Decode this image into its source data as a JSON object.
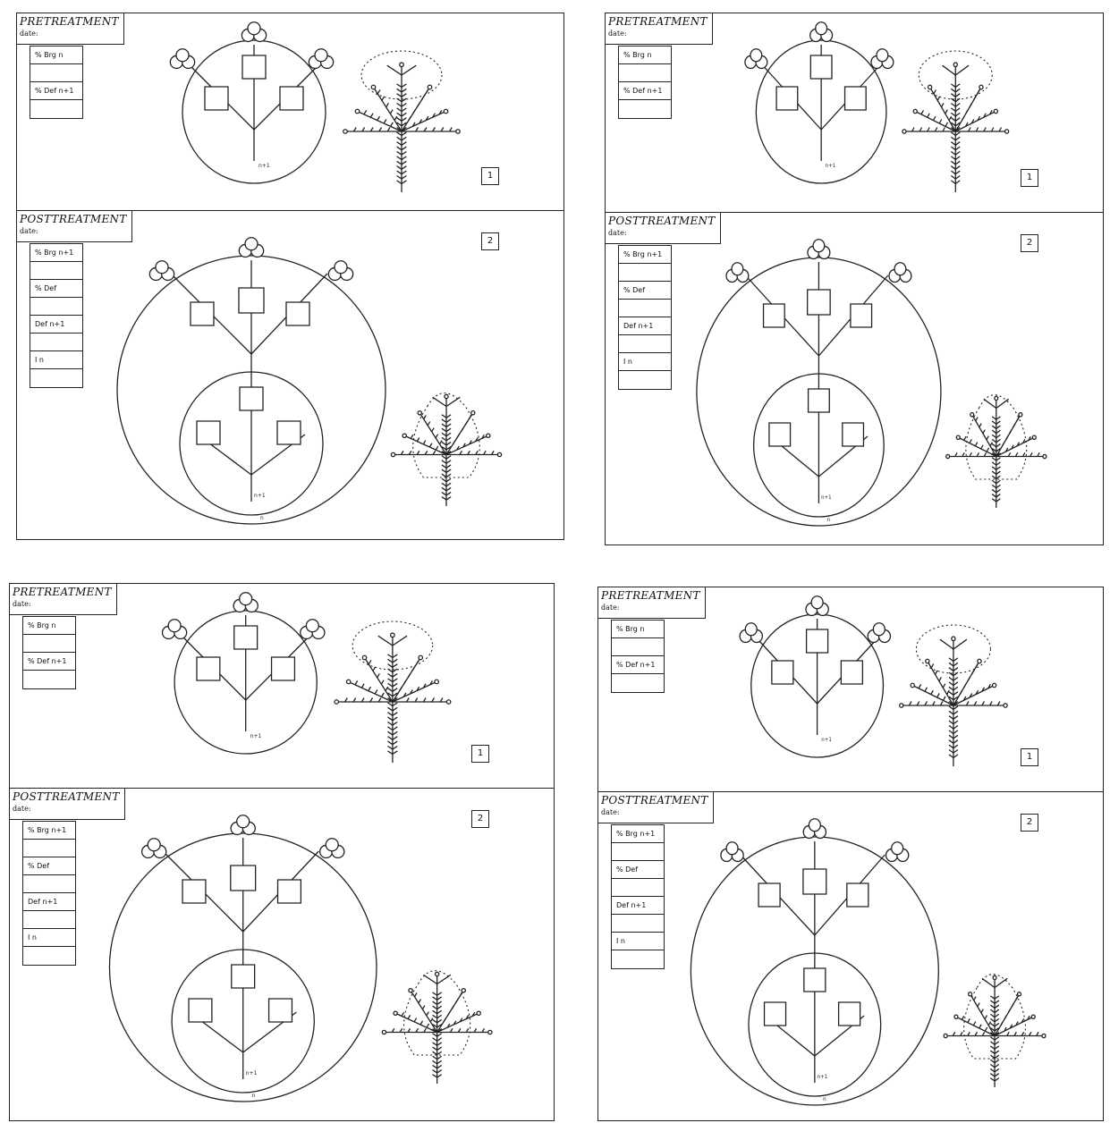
{
  "figure": {
    "sheets": [
      {
        "id": "top-left",
        "pre": {
          "title": "PRETREATMENT",
          "date": "date:",
          "rows": [
            "% Brg n",
            "",
            "% Def n+1",
            ""
          ],
          "panel_number": "1"
        },
        "post": {
          "title": "POSTTREATMENT",
          "date": "date:",
          "rows": [
            "% Brg n+1",
            "",
            "% Def",
            "",
            "Def n+1",
            "",
            "I n",
            ""
          ],
          "panel_number": "2"
        }
      },
      {
        "id": "top-right",
        "pre": {
          "title": "PRETREATMENT",
          "date": "date:",
          "rows": [
            "% Brg n",
            "",
            "% Def n+1",
            ""
          ],
          "panel_number": "1"
        },
        "post": {
          "title": "POSTTREATMENT",
          "date": "date:",
          "rows": [
            "% Brg n+1",
            "",
            "% Def",
            "",
            "Def n+1",
            "",
            "I n",
            ""
          ],
          "panel_number": "2"
        }
      },
      {
        "id": "bottom-left",
        "pre": {
          "title": "PRETREATMENT",
          "date": "date:",
          "rows": [
            "% Brg n",
            "",
            "% Def n+1",
            ""
          ],
          "panel_number": "1"
        },
        "post": {
          "title": "POSTTREATMENT",
          "date": "date:",
          "rows": [
            "% Brg n+1",
            "",
            "% Def",
            "",
            "Def n+1",
            "",
            "I n",
            ""
          ],
          "panel_number": "2"
        }
      },
      {
        "id": "bottom-right",
        "pre": {
          "title": "PRETREATMENT",
          "date": "date:",
          "rows": [
            "% Brg n",
            "",
            "% Def n+1",
            ""
          ],
          "panel_number": "1"
        },
        "post": {
          "title": "POSTTREATMENT",
          "date": "date:",
          "rows": [
            "% Brg n+1",
            "",
            "% Def",
            "",
            "Def n+1",
            "",
            "I n",
            ""
          ],
          "panel_number": "2"
        }
      }
    ],
    "diagram_labels": {
      "inner_axis": "n+1",
      "outer_axis": "n"
    },
    "colors": {
      "ink": "#222222",
      "paper": "#ffffff"
    }
  }
}
